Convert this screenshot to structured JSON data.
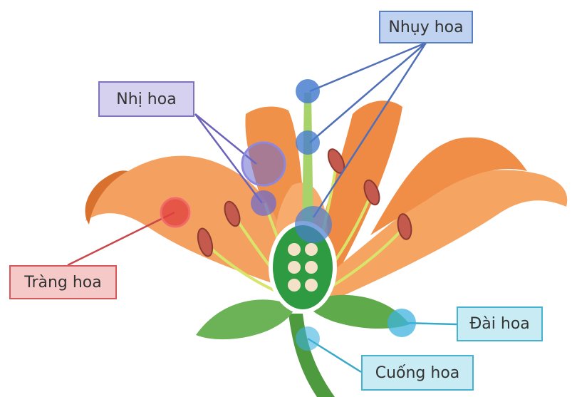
{
  "labels": {
    "nhuy_hoa": "Nhụy hoa",
    "nhi_hoa": "Nhị hoa",
    "trang_hoa": "Tràng hoa",
    "dai_hoa": "Đài hoa",
    "cuong_hoa": "Cuống hoa"
  },
  "colors": {
    "petal": "#f29a55",
    "petal_shadow": "#d8712e",
    "leaf": "#5aa64a",
    "ovary": "#2e9a42",
    "ovule": "#f4e2c8",
    "anther": "#c0564b",
    "filament": "#d9e46a",
    "nhuy_marker": "#4a7fd0",
    "nhi_marker": "#6a6ad0",
    "trang_marker": "#e23d3d",
    "dai_marker": "#3fb3dd"
  }
}
